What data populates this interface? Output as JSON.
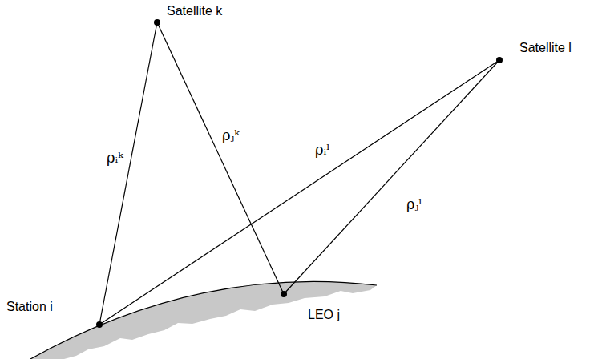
{
  "diagram": {
    "nodes": [
      {
        "text": [
          "Satellite k"
        ]
      },
      {
        "text": [
          "Satellite l"
        ]
      },
      {
        "text": [
          "Station i"
        ]
      },
      {
        "text": [
          "LEO j"
        ]
      }
    ],
    "edges": [
      {
        "from": 2,
        "to": 0,
        "arrow": "none",
        "label": "ρᵢᵏ"
      },
      {
        "from": 3,
        "to": 0,
        "arrow": "none",
        "label": "ρⱼᵏ"
      },
      {
        "from": 2,
        "to": 1,
        "arrow": "none",
        "label": "ρᵢˡ"
      },
      {
        "from": 3,
        "to": 1,
        "arrow": "none",
        "label": "ρⱼˡ"
      }
    ]
  }
}
